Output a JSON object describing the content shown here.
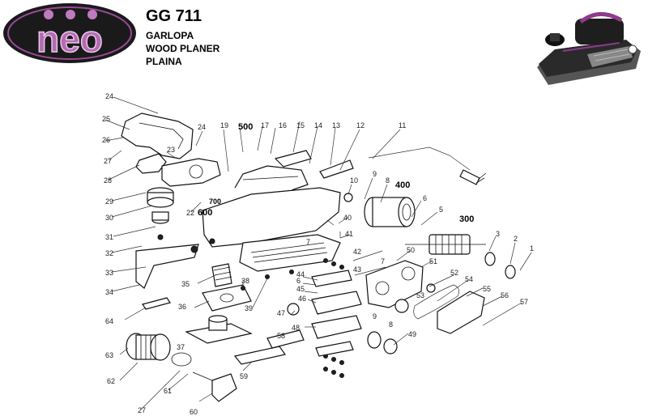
{
  "brand": {
    "logo_text": "neo",
    "accent": "#8e3a8c",
    "dark": "#1a1a1a"
  },
  "header": {
    "model": "GG 711",
    "names": [
      "GARLOPA",
      "WOOD PLANER",
      "PLAINA"
    ]
  },
  "photo": {
    "icon": "wood-planer-photo"
  },
  "diagram": {
    "group_labels": [
      "500",
      "400",
      "300",
      "600",
      "700"
    ],
    "part_labels": [
      "1",
      "2",
      "3",
      "5",
      "6",
      "7",
      "8",
      "9",
      "10",
      "11",
      "12",
      "13",
      "14",
      "15",
      "16",
      "17",
      "19",
      "22",
      "23",
      "24",
      "24",
      "25",
      "26",
      "27",
      "27",
      "28",
      "29",
      "30",
      "31",
      "32",
      "33",
      "34",
      "35",
      "36",
      "37",
      "38",
      "39",
      "40",
      "41",
      "42",
      "43",
      "44",
      "45",
      "46",
      "47",
      "48",
      "49",
      "50",
      "51",
      "52",
      "53",
      "54",
      "55",
      "56",
      "57",
      "58",
      "59",
      "60",
      "61",
      "62",
      "63",
      "64",
      "6",
      "8",
      "9",
      "7"
    ]
  }
}
